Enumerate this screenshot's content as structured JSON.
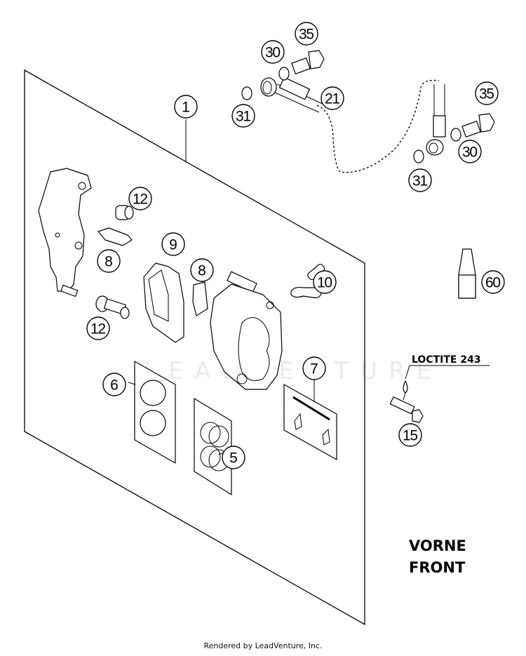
{
  "diagram": {
    "title_lines": [
      "VORNE",
      "FRONT"
    ],
    "watermark": "LEADVENTURE",
    "note": {
      "label": "LOCTITE 243",
      "applies_to_ref": "15"
    },
    "callouts": {
      "c1": "1",
      "c5": "5",
      "c6": "6",
      "c7": "7",
      "c8a": "8",
      "c8b": "8",
      "c9": "9",
      "c10": "10",
      "c12a": "12",
      "c12b": "12",
      "c15": "15",
      "c21": "21",
      "c30a": "30",
      "c30b": "30",
      "c31a": "31",
      "c31b": "31",
      "c35a": "35",
      "c35b": "35",
      "c60": "60"
    },
    "parts": [
      {
        "ref": "1",
        "name": "brake-caliper-assembly"
      },
      {
        "ref": "5",
        "name": "seal-kit"
      },
      {
        "ref": "6",
        "name": "piston-kit"
      },
      {
        "ref": "7",
        "name": "pin-and-clip-kit"
      },
      {
        "ref": "8",
        "name": "pad-spring"
      },
      {
        "ref": "9",
        "name": "brake-pads"
      },
      {
        "ref": "10",
        "name": "bleeder-valve-with-cap"
      },
      {
        "ref": "12",
        "name": "guide-bushing-and-pin"
      },
      {
        "ref": "15",
        "name": "hex-bolt"
      },
      {
        "ref": "21",
        "name": "brake-line"
      },
      {
        "ref": "30",
        "name": "sealing-ring"
      },
      {
        "ref": "31",
        "name": "sealing-ring"
      },
      {
        "ref": "35",
        "name": "banjo-bolt"
      },
      {
        "ref": "60",
        "name": "loctite-bottle"
      }
    ]
  },
  "footer": {
    "text": "Rendered by LeadVenture, Inc."
  }
}
